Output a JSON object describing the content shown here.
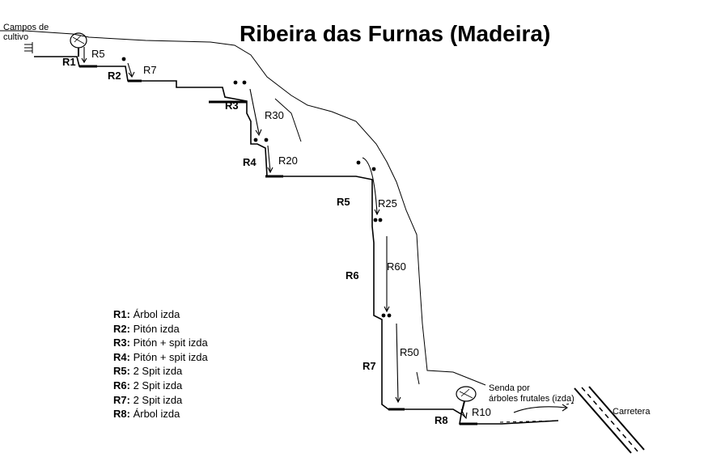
{
  "title": "Ribeira das Furnas (Madeira)",
  "top_left_label": [
    "Campos de",
    "cultivo"
  ],
  "bottom_right_label": [
    "Senda por",
    "árboles frutales (izda)"
  ],
  "road_label": "Carretera",
  "rappels": [
    {
      "id": "R1",
      "rope": "R5"
    },
    {
      "id": "R2",
      "rope": "R7"
    },
    {
      "id": "R3",
      "rope": "R30"
    },
    {
      "id": "R4",
      "rope": "R20"
    },
    {
      "id": "R5",
      "rope": "R25"
    },
    {
      "id": "R6",
      "rope": "R60"
    },
    {
      "id": "R7",
      "rope": "R50"
    },
    {
      "id": "R8",
      "rope": "R10"
    }
  ],
  "legend": [
    {
      "key": "R1:",
      "value": "Árbol izda"
    },
    {
      "key": "R2:",
      "value": "Pitón izda"
    },
    {
      "key": "R3:",
      "value": "Pitón + spit izda"
    },
    {
      "key": "R4:",
      "value": "Pitón + spit izda"
    },
    {
      "key": "R5:",
      "value": "2 Spit izda"
    },
    {
      "key": "R6:",
      "value": "2 Spit izda"
    },
    {
      "key": "R7:",
      "value": "2 Spit izda"
    },
    {
      "key": "R8:",
      "value": "Árbol izda"
    }
  ]
}
